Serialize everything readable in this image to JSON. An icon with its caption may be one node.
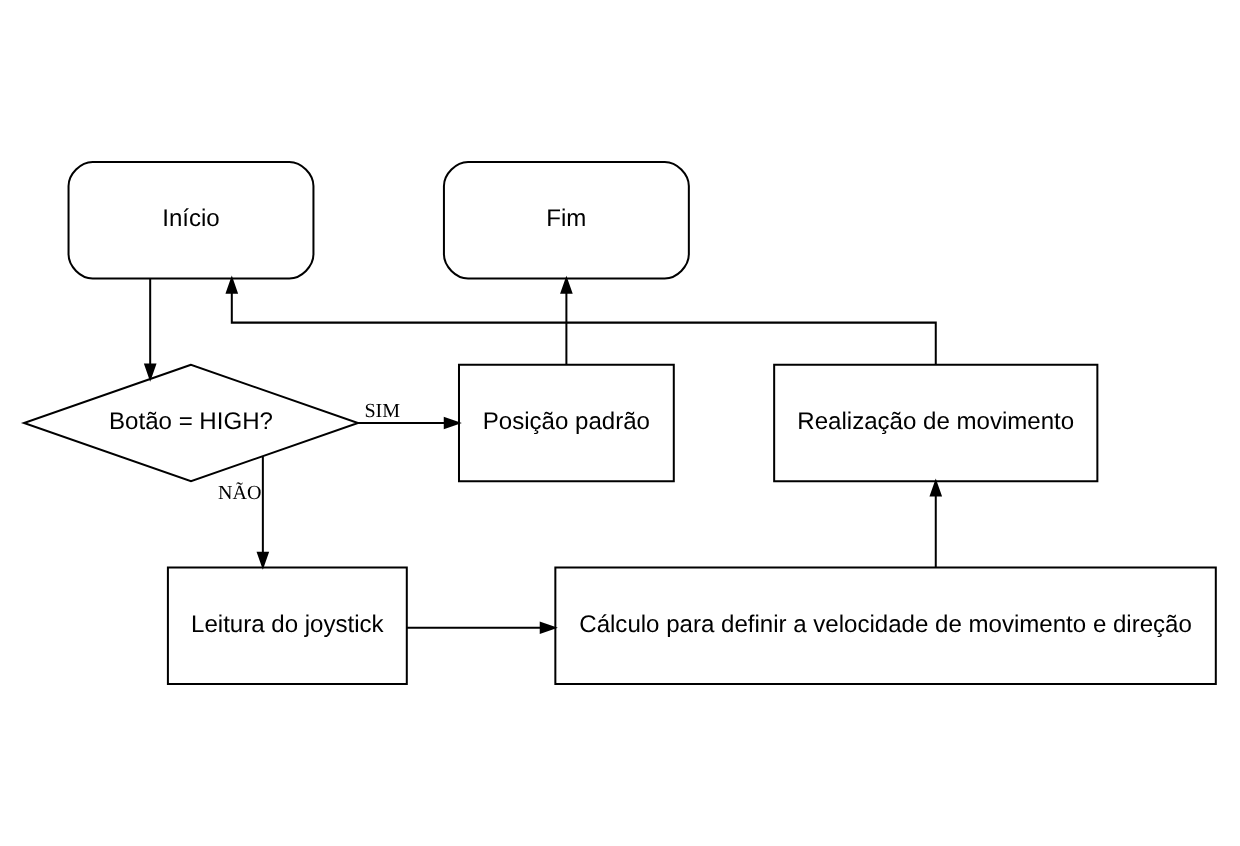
{
  "diagram": {
    "nodes": [
      {
        "text": [
          "Início"
        ]
      },
      {
        "text": [
          "Fim"
        ]
      },
      {
        "text": [
          "Botão = HIGH?"
        ]
      },
      {
        "text": [
          "Posição padrão"
        ]
      },
      {
        "text": [
          "Realização de movimento"
        ]
      },
      {
        "text": [
          "Leitura do joystick"
        ]
      },
      {
        "text": [
          "Cálculo para definir a velocidade de movimento e direção"
        ]
      }
    ],
    "edges": [
      {
        "from": 0,
        "to": 2,
        "arrow": "to"
      },
      {
        "from": 2,
        "to": 3,
        "arrow": "to",
        "label": "SIM"
      },
      {
        "from": 3,
        "to": 1,
        "arrow": "to"
      },
      {
        "from": 2,
        "to": 5,
        "arrow": "to",
        "label": "NÃO"
      },
      {
        "from": 5,
        "to": 6,
        "arrow": "to"
      },
      {
        "from": 6,
        "to": 4,
        "arrow": "to"
      },
      {
        "from": 4,
        "to": 0,
        "arrow": "to"
      }
    ]
  }
}
